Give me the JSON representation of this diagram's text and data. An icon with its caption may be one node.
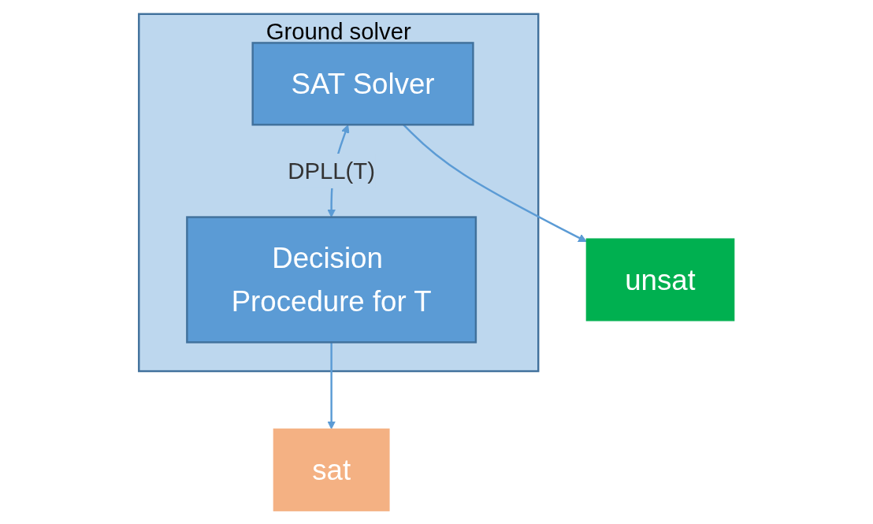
{
  "diagram": {
    "nodes": [
      {
        "text": [
          "Ground solver"
        ]
      },
      {
        "text": [
          "SAT Solver"
        ],
        "in": 0
      },
      {
        "text": [
          "Decision Procedure for T"
        ],
        "in": 0
      },
      {
        "text": [
          "unsat"
        ]
      },
      {
        "text": [
          "sat"
        ]
      }
    ],
    "edges": [
      {
        "from": 1,
        "to": 2,
        "label": "DPLL(T)",
        "arrow": "both"
      },
      {
        "from": 1,
        "to": 3,
        "arrow": "to"
      },
      {
        "from": 2,
        "to": 4,
        "arrow": "to"
      }
    ]
  }
}
